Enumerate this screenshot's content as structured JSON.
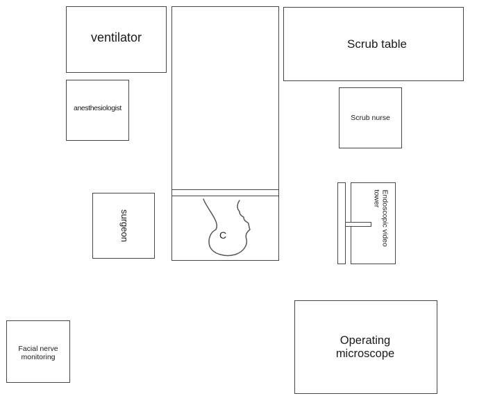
{
  "diagram": {
    "type": "operating-room-layout",
    "items": {
      "ventilator": "ventilator",
      "anesthesiologist": "anesthesiologist",
      "scrub_table": "Scrub table",
      "scrub_nurse": "Scrub nurse",
      "surgeon": "surgeon",
      "endoscopic_tower": "Endoscopic video tower",
      "facial_nerve": "Facial nerve monitoring",
      "microscope": "Operating microscope",
      "patient_marker": "C"
    }
  }
}
